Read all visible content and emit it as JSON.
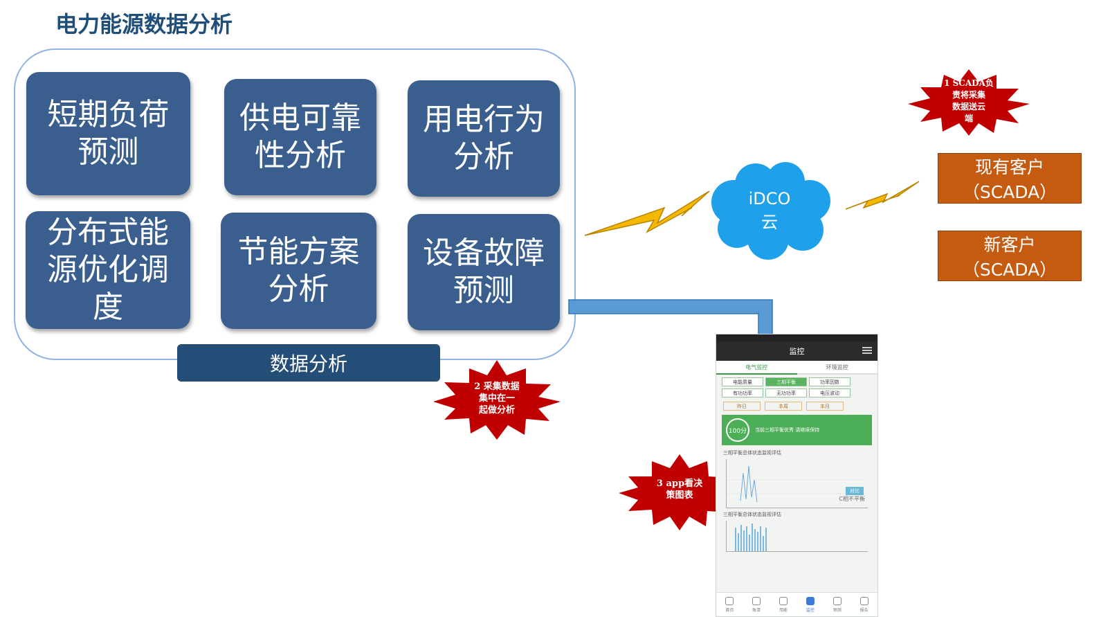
{
  "title": "电力能源数据分析",
  "tiles": [
    {
      "label": "短期负荷\n预测"
    },
    {
      "label": "供电可靠\n性分析"
    },
    {
      "label": "用电行为\n分析"
    },
    {
      "label": "分布式能\n源优化调\n度"
    },
    {
      "label": "节能方案\n分析"
    },
    {
      "label": "设备故障\n预测"
    }
  ],
  "analysis_label": "数据分析",
  "cloud_label": "iDCO\n云",
  "customers": [
    {
      "label": "现有客户\n（SCADA）"
    },
    {
      "label": "新客户\n（SCADA）"
    }
  ],
  "callouts": [
    {
      "text": "1 SCADA负\n责将采集\n数据送云\n端"
    },
    {
      "text": "2 采集数据\n集中在一\n起做分析"
    },
    {
      "text": "3 app看决\n策图表"
    }
  ],
  "phone": {
    "title": "监控",
    "tabs": [
      "电气监控",
      "环境监控"
    ],
    "chips": [
      {
        "label": "电能质量",
        "active": false
      },
      {
        "label": "三相平衡",
        "active": true
      },
      {
        "label": "功率因数",
        "active": false
      },
      {
        "label": "有功功率",
        "active": false
      },
      {
        "label": "无功功率",
        "active": false
      },
      {
        "label": "电压波动",
        "active": false
      }
    ],
    "buttons": [
      "昨日",
      "本周",
      "本月"
    ],
    "score": "100分",
    "score_text": "当前三相平衡优秀 请继续保持",
    "section1": "三相平衡总体状态监视评估",
    "tag": "对比",
    "tag_text": "C相不平衡",
    "section2": "三相平衡总体状态监视评估",
    "nav": [
      {
        "label": "首页",
        "icon": "home-icon",
        "active": false
      },
      {
        "label": "账单",
        "icon": "bill-icon",
        "active": false
      },
      {
        "label": "用能",
        "icon": "energy-icon",
        "active": false
      },
      {
        "label": "监控",
        "icon": "monitor-icon",
        "active": true
      },
      {
        "label": "预测",
        "icon": "clock-icon",
        "active": false
      },
      {
        "label": "报告",
        "icon": "report-icon",
        "active": false
      }
    ]
  },
  "colors": {
    "tile": "#3a5f8f",
    "frame": "#8eb4e3",
    "customer": "#c55a11",
    "cloud": "#1ea0ea",
    "bolt": "#f5b800",
    "star": "#c00000",
    "arrow": "#5b9bd5"
  }
}
